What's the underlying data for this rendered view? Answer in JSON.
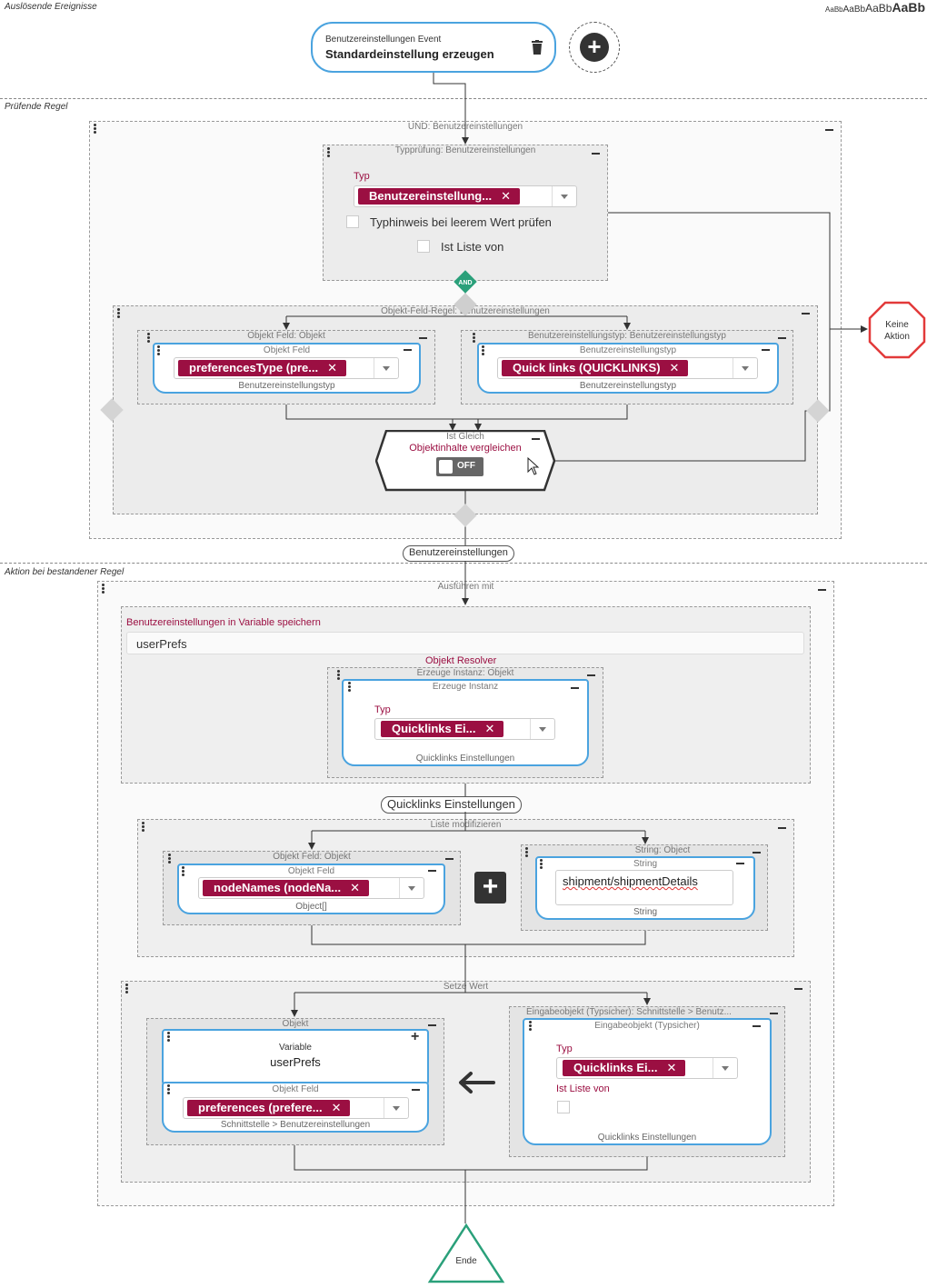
{
  "sections": {
    "trigger": "Auslösende Ereignisse",
    "check": "Prüfende Regel",
    "action": "Aktion bei bestandener Regel"
  },
  "font_sample": {
    "s1": "AaBb",
    "s2": "AaBb",
    "s3": "AaBb",
    "s4": "AaBb"
  },
  "event": {
    "subtitle": "Benutzereinstellungen Event",
    "title": "Standardeinstellung erzeugen"
  },
  "check": {
    "und_title": "UND: Benutzereinstellungen",
    "typecheck": {
      "title": "Typprüfung: Benutzereinstellungen",
      "typ_label": "Typ",
      "typ_chip": "Benutzereinstellung...",
      "hint_label": "Typhinweis bei leerem Wert prüfen",
      "list_label": "Ist Liste von"
    },
    "and_badge": "AND",
    "objfield_rule_title": "Objekt-Feld-Regel: Benutzereinstellungen",
    "left": {
      "outer_title": "Objekt Feld: Objekt",
      "inner_title": "Objekt Feld",
      "chip": "preferencesType (pre...",
      "foot": "Benutzereinstellungstyp"
    },
    "right": {
      "outer_title": "Benutzereinstellungstyp: Benutzereinstellungstyp",
      "inner_title": "Benutzereinstellungstyp",
      "chip": "Quick links (QUICKLINKS)",
      "foot": "Benutzereinstellungstyp"
    },
    "equal": {
      "title": "Ist Gleich",
      "subtitle": "Objektinhalte vergleichen",
      "toggle": "OFF"
    },
    "stop": {
      "line1": "Keine",
      "line2": "Aktion"
    },
    "output_pill": "Benutzereinstellungen"
  },
  "action": {
    "exec_title": "Ausführen mit",
    "save_label": "Benutzereinstellungen in Variable speichern",
    "var_value": "userPrefs",
    "resolver_label": "Objekt Resolver",
    "create": {
      "outer_title": "Erzeuge Instanz: Objekt",
      "inner_title": "Erzeuge Instanz",
      "typ_label": "Typ",
      "chip": "Quicklinks Ei...",
      "foot": "Quicklinks Einstellungen"
    },
    "output_pill": "Quicklinks Einstellungen",
    "listmod": {
      "title": "Liste modifizieren",
      "left_outer": "Objekt Feld: Objekt",
      "left_inner": "Objekt Feld",
      "left_chip": "nodeNames (nodeNa...",
      "left_foot": "Object[]",
      "right_outer": "String: Object",
      "right_inner": "String",
      "right_value": "shipment/shipmentDetails",
      "right_foot": "String"
    },
    "setvalue": {
      "title": "Setze Wert",
      "left_outer": "Objekt",
      "var_label": "Variable",
      "var_value": "userPrefs",
      "field_title": "Objekt Feld",
      "field_chip": "preferences (prefere...",
      "field_foot": "Schnittstelle > Benutzereinstellungen",
      "right_outer": "Eingabeobjekt (Typsicher): Schnittstelle > Benutz...",
      "right_inner": "Eingabeobjekt (Typsicher)",
      "typ_label": "Typ",
      "chip": "Quicklinks Ei...",
      "list_label": "Ist Liste von",
      "foot": "Quicklinks Einstellungen"
    },
    "end": "Ende"
  }
}
